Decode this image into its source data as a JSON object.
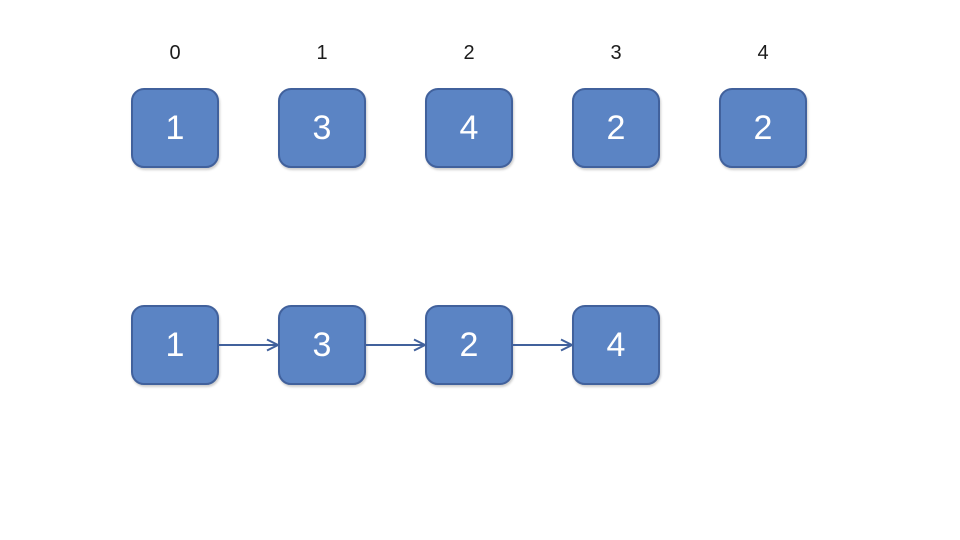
{
  "diagram": {
    "description": "array-vs-linked-list-diagram",
    "array_row": {
      "indices": [
        "0",
        "1",
        "2",
        "3",
        "4"
      ],
      "values": [
        "1",
        "3",
        "4",
        "2",
        "2"
      ]
    },
    "list_row": {
      "values": [
        "1",
        "3",
        "2",
        "4"
      ]
    }
  },
  "colors": {
    "background": "#ffffff",
    "node_fill": "#5b84c4",
    "node_border": "#41619c",
    "arrow": "#41619c",
    "node_text": "#ffffff",
    "index_text": "#1c1c1c"
  }
}
